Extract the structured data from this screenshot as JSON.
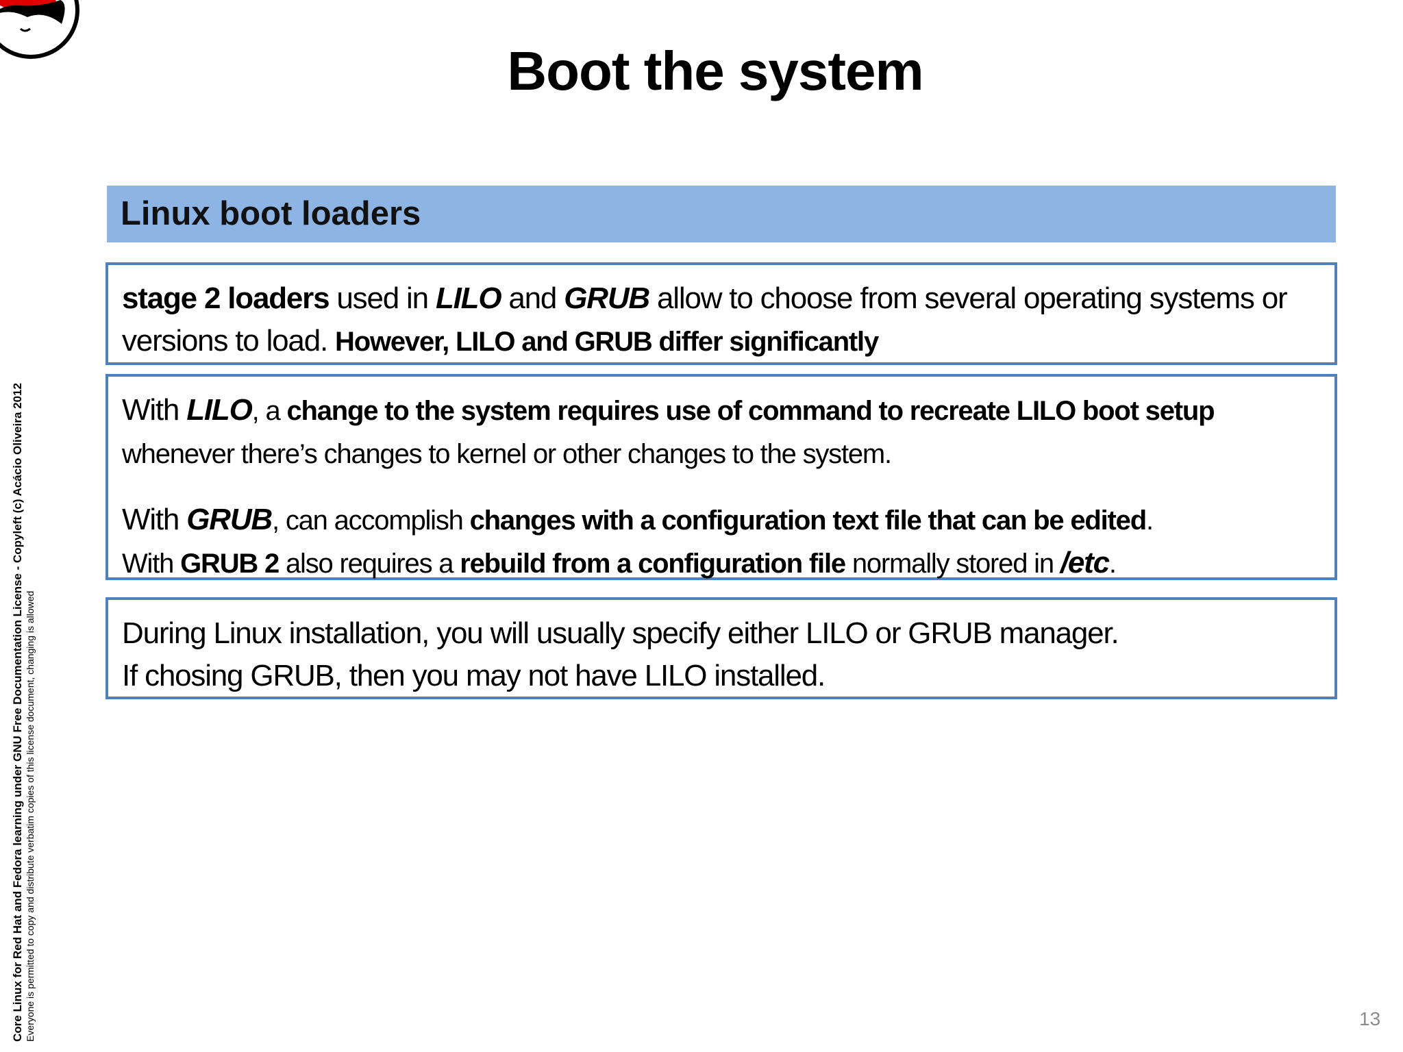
{
  "slide": {
    "title": "Boot the system",
    "section_header": "Linux boot loaders",
    "box1": {
      "s1": "stage 2 loaders",
      "s2": " used in ",
      "s3": "LILO",
      "s4": " and ",
      "s5": "GRUB",
      "s6": " allow to choose from several operating systems or versions to load. ",
      "s7": "However, LILO and GRUB differ significantly"
    },
    "box2": {
      "p1": {
        "s1": "With ",
        "s2": "LILO",
        "s3": ", a ",
        "s4": "change to the system requires use of command to recreate LILO boot setup",
        "s5": " whenever there’s changes to kernel or other changes to the system."
      },
      "p2": {
        "s1": "With ",
        "s2": "GRUB",
        "s3": ", can accomplish ",
        "s4": "changes with a configuration text file that can be edited",
        "s5": ".",
        "s6": "With ",
        "s7": "GRUB 2",
        "s8": " also requires a ",
        "s9": "rebuild from a configuration file",
        "s10": " normally stored in ",
        "s11": "/etc",
        "s12": "."
      }
    },
    "box3": {
      "line1": "During Linux installation, you will usually specify either LILO or GRUB manager.",
      "line2": "If chosing GRUB, then you may not have LILO installed."
    },
    "page_number": "13"
  },
  "footer": {
    "license_line": "Core Linux for Red Hat and Fedora learning under GNU Free Documentation License  - Copyleft (c) Acácio Oliveira 2012",
    "permission_line": "Everyone is permitted to copy and distribute verbatim copies of this license document, changing is allowed"
  },
  "colors": {
    "header_fill": "#8eb4e3",
    "box_border": "#4f81bd",
    "logo_red": "#e00000"
  },
  "icons": {
    "logo": "red-hat-shadowman-logo"
  }
}
